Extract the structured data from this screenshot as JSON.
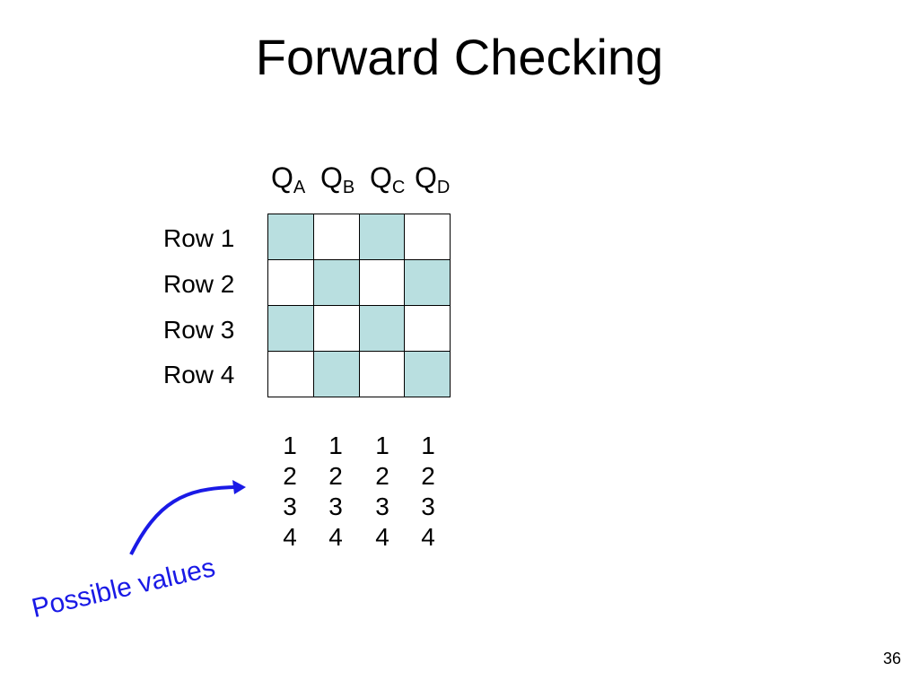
{
  "slide": {
    "title": "Forward Checking",
    "page_number": "36"
  },
  "columns": [
    {
      "letter": "Q",
      "sub": "A"
    },
    {
      "letter": "Q",
      "sub": "B"
    },
    {
      "letter": "Q",
      "sub": "C"
    },
    {
      "letter": "Q",
      "sub": "D"
    }
  ],
  "rows": [
    "Row 1",
    "Row 2",
    "Row 3",
    "Row 4"
  ],
  "board": {
    "cells": [
      [
        "dark",
        "light",
        "dark",
        "light"
      ],
      [
        "light",
        "dark",
        "light",
        "dark"
      ],
      [
        "dark",
        "light",
        "dark",
        "light"
      ],
      [
        "light",
        "dark",
        "light",
        "dark"
      ]
    ],
    "colors": {
      "dark": "#b9dfe0",
      "light": "#ffffff"
    }
  },
  "domains": [
    [
      "1",
      "2",
      "3",
      "4"
    ],
    [
      "1",
      "2",
      "3",
      "4"
    ],
    [
      "1",
      "2",
      "3",
      "4"
    ],
    [
      "1",
      "2",
      "3",
      "4"
    ]
  ],
  "annotation": {
    "label": "Possible values",
    "color": "#1a1ae6",
    "arrow_icon": "curved-arrow-icon"
  }
}
